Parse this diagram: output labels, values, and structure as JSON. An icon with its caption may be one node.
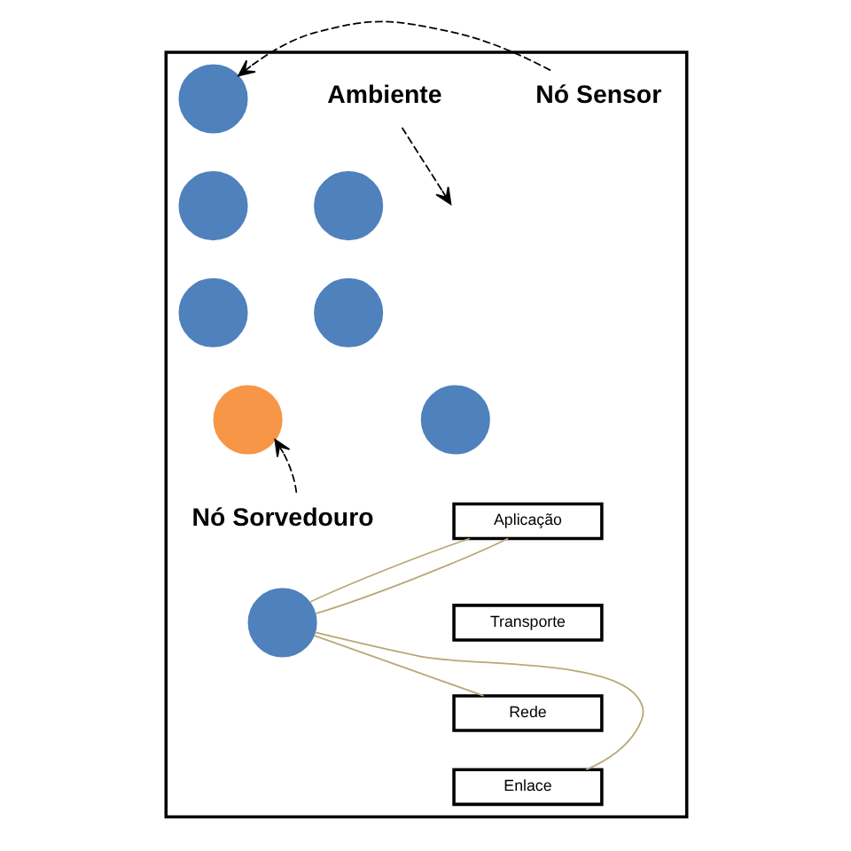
{
  "diagram": {
    "nodes": [
      {
        "text": [],
        "shape": "box"
      },
      {
        "text": [
          "Nó Sensor"
        ],
        "in": 0
      },
      {
        "text": [
          "Ambiente"
        ],
        "in": 0
      },
      {
        "text": [],
        "shape": "circle",
        "in": 0
      },
      {
        "text": [],
        "shape": "circle",
        "in": 0
      },
      {
        "text": [],
        "shape": "circle",
        "in": 0
      },
      {
        "text": [],
        "shape": "circle",
        "in": 0
      },
      {
        "text": [],
        "shape": "circle",
        "in": 0
      },
      {
        "text": [],
        "shape": "circle",
        "in": 0
      },
      {
        "text": [],
        "shape": "circle",
        "in": 0
      },
      {
        "text": [
          "Nó Sorvedouro"
        ],
        "in": 0
      },
      {
        "text": [],
        "shape": "circle",
        "in": 0
      },
      {
        "text": [
          "Aplicação"
        ],
        "in": 0
      },
      {
        "text": [
          "Transporte"
        ],
        "in": 0
      },
      {
        "text": [
          "Rede"
        ],
        "in": 0
      },
      {
        "text": [
          "Enlace"
        ],
        "in": 0
      }
    ],
    "edges": [
      {
        "from": 1,
        "to": 3,
        "arrow": "to",
        "style": "dashed",
        "color": "#000000"
      },
      {
        "from": 2,
        "to": null,
        "arrow": "to",
        "style": "dashed",
        "color": "#000000"
      },
      {
        "from": 10,
        "to": 8,
        "arrow": "to",
        "style": "dashed",
        "color": "#000000"
      },
      {
        "from": 11,
        "to": 12,
        "arrow": "none",
        "color": "#b8a878"
      },
      {
        "from": 11,
        "to": 12,
        "arrow": "none",
        "color": "#b8a878"
      },
      {
        "from": 11,
        "to": 14,
        "arrow": "none",
        "color": "#b8a878"
      },
      {
        "from": 11,
        "to": 15,
        "arrow": "none",
        "color": "#b8a878"
      }
    ]
  }
}
